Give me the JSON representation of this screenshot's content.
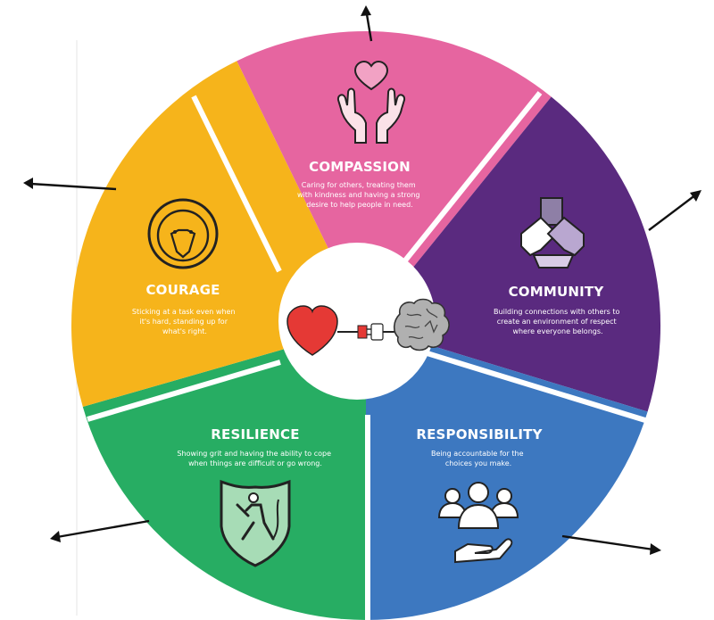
{
  "segments": [
    {
      "id": "compassion",
      "title": "COMPASSION",
      "color": "#e665a0",
      "icon": "hands-heart-icon",
      "description": [
        "Caring for others, treating them",
        "with kindness and having a strong",
        "desire to help people in need."
      ]
    },
    {
      "id": "community",
      "title": "COMMUNITY",
      "color": "#5a2a7f",
      "icon": "stacked-hands-icon",
      "description": [
        "Building connections with others to",
        "create an environment of respect",
        "where everyone belongs."
      ]
    },
    {
      "id": "responsibility",
      "title": "RESPONSIBILITY",
      "color": "#3d78c0",
      "icon": "people-group-hand-icon",
      "description": [
        "Being accountable for the",
        "choices you make."
      ]
    },
    {
      "id": "resilience",
      "title": "RESILIENCE",
      "color": "#27ad63",
      "icon": "climber-shield-icon",
      "description": [
        "Showing grit and having the ability to cope",
        "when things are difficult or go wrong."
      ]
    },
    {
      "id": "courage",
      "title": "COURAGE",
      "color": "#f6b41b",
      "icon": "lion-head-icon",
      "description": [
        "Sticking at a task even when",
        "it's hard, standing up for",
        "what's right."
      ]
    }
  ],
  "center": {
    "icon": "heart-plug-brain-icon",
    "heart_color": "#e53935",
    "brain_color": "#b0b0b0"
  }
}
